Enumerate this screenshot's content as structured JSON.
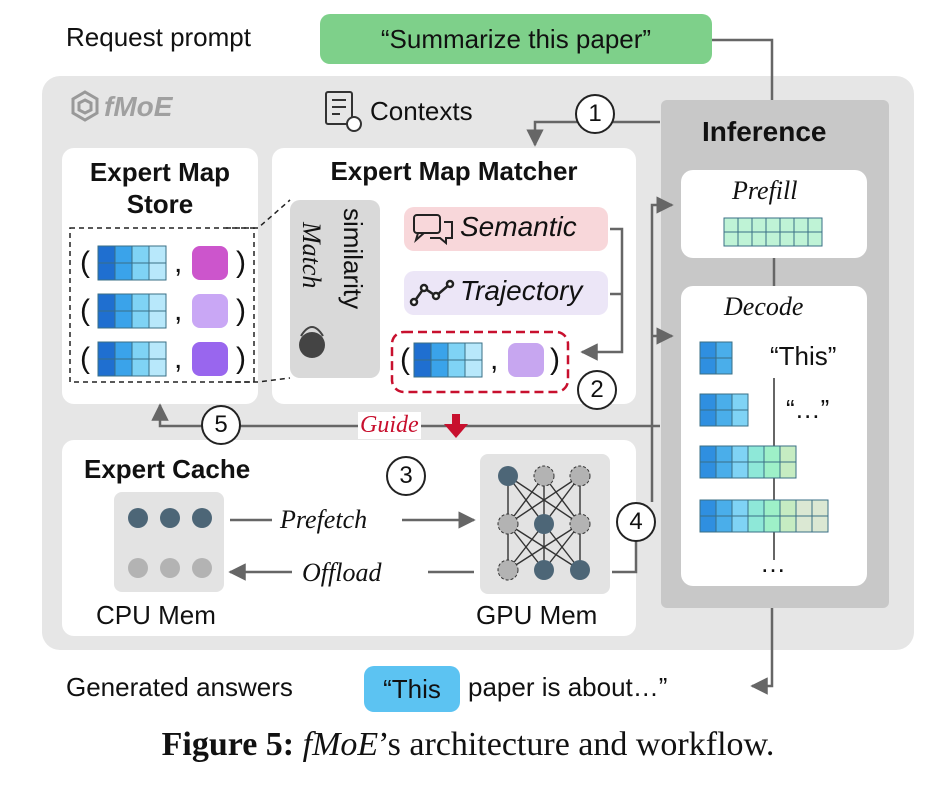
{
  "request": {
    "label": "Request prompt",
    "prompt": "“Summarize this paper”"
  },
  "brand": {
    "name": "fMoE",
    "logo_icon": "hexagon-logo-icon"
  },
  "contexts": {
    "label": "Contexts",
    "icon": "document-gear-icon"
  },
  "inference": {
    "title": "Inference",
    "prefill": "Prefill",
    "decode": "Decode",
    "tokens": [
      "“This”",
      "“…”",
      "…"
    ]
  },
  "expert_map_store": {
    "title_line1": "Expert Map",
    "title_line2": "Store"
  },
  "expert_map_matcher": {
    "title": "Expert Map Matcher",
    "match_word": "Match",
    "similarity_word": "similarity",
    "semantic": "Semantic",
    "trajectory": "Trajectory"
  },
  "guide": "Guide",
  "expert_cache": {
    "title": "Expert Cache",
    "prefetch": "Prefetch",
    "offload": "Offload",
    "cpu_mem": "CPU Mem",
    "gpu_mem": "GPU Mem"
  },
  "steps": [
    "1",
    "2",
    "3",
    "4",
    "5"
  ],
  "generated": {
    "label": "Generated answers",
    "highlight": "“This",
    "rest": "paper is about…”"
  },
  "caption": {
    "prefix": "Figure 5:",
    "name": "fMoE",
    "suffix": "’s architecture and workflow."
  },
  "colors": {
    "prompt_green": "#7ed08a",
    "highlight_blue": "#5cc3f2",
    "semantic_pink": "#f8d7da",
    "trajectory_purple": "#ece6f7",
    "guide_red": "#c8102e",
    "expert_colors": [
      "#cc55cc",
      "#c9a7f5",
      "#9966ee",
      "#c7a6f0"
    ]
  }
}
